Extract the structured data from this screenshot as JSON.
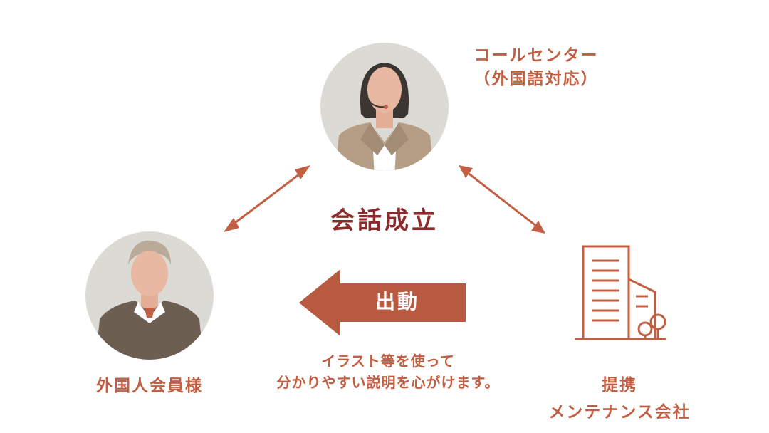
{
  "call_center": {
    "line1": "コールセンター",
    "line2": "（外国語対応）"
  },
  "conversation": {
    "label": "会話成立"
  },
  "dispatch": {
    "label": "出動"
  },
  "note": {
    "line1": "イラスト等を使って",
    "line2": "分かりやすい説明を心がけます。"
  },
  "member": {
    "label": "外国人会員様"
  },
  "company": {
    "line1": "提携",
    "line2": "メンテナンス会社"
  },
  "icons": [
    "operator-avatar-icon",
    "member-avatar-icon",
    "building-icon",
    "bidirectional-arrow-icon",
    "dispatch-arrow-icon"
  ],
  "colors": {
    "accent": "#c25e42",
    "dark_accent": "#8a2a2a",
    "avatar_bg": "#dcdad5",
    "skin": "#e8b8a2"
  }
}
